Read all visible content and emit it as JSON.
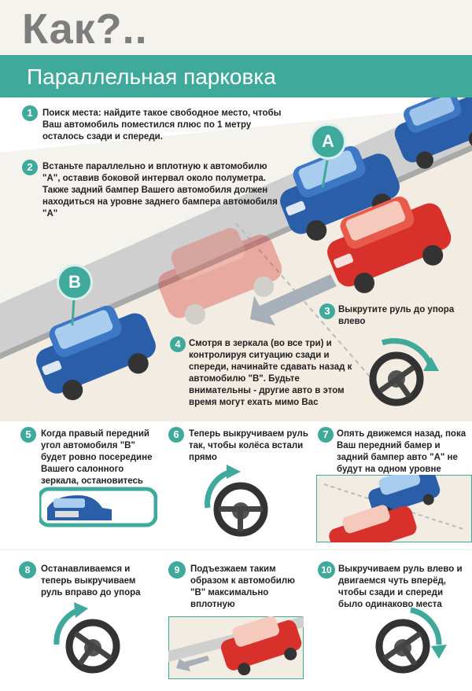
{
  "header": {
    "headline": "Как?..",
    "title": "Параллельная парковка"
  },
  "markers": {
    "a": "A",
    "b": "B"
  },
  "steps": [
    {
      "num": "1",
      "text": "Поиск места: найдите такое свободное место, чтобы Ваш автомобиль поместился плюс по 1 метру осталось сзади и спереди."
    },
    {
      "num": "2",
      "text": "Встаньте параллельно и вплотную к автомобилю \"А\", оставив боковой интервал около полуметра. Также задний бампер Вашего автомобиля должен находиться на уровне заднего бампера автомобиля \"А\""
    },
    {
      "num": "3",
      "text": "Выкрутите руль до упора влево"
    },
    {
      "num": "4",
      "text": "Смотря в зеркала (во все три) и контролируя ситуацию сзади и спереди, начинайте сдавать назад к автомобилю \"В\". Будьте внимательны - другие авто в этом время могут ехать мимо Вас"
    },
    {
      "num": "5",
      "text": "Когда правый передний угол автомобиля \"В\" будет ровно посередине Вашего салонного зеркала, остановитесь"
    },
    {
      "num": "6",
      "text": "Теперь выкручиваем руль так, чтобы колёса встали прямо"
    },
    {
      "num": "7",
      "text": "Опять движемся назад, пока Ваш передний бамер и задний бампер авто \"А\" не будут на одном уровне"
    },
    {
      "num": "8",
      "text": "Останавливаемся и теперь выкручиваем руль вправо до упора"
    },
    {
      "num": "9",
      "text": "Подъезжаем таким образом к автомобилю \"В\" максимально вплотную"
    },
    {
      "num": "10",
      "text": "Выкручиваем руль влево и двигаемся чуть вперёд, чтобы сзади и спереди было одинаково места"
    }
  ],
  "colors": {
    "accent": "#3fa99b",
    "blue_car": "#2a5ea8",
    "red_car": "#d8302a"
  }
}
